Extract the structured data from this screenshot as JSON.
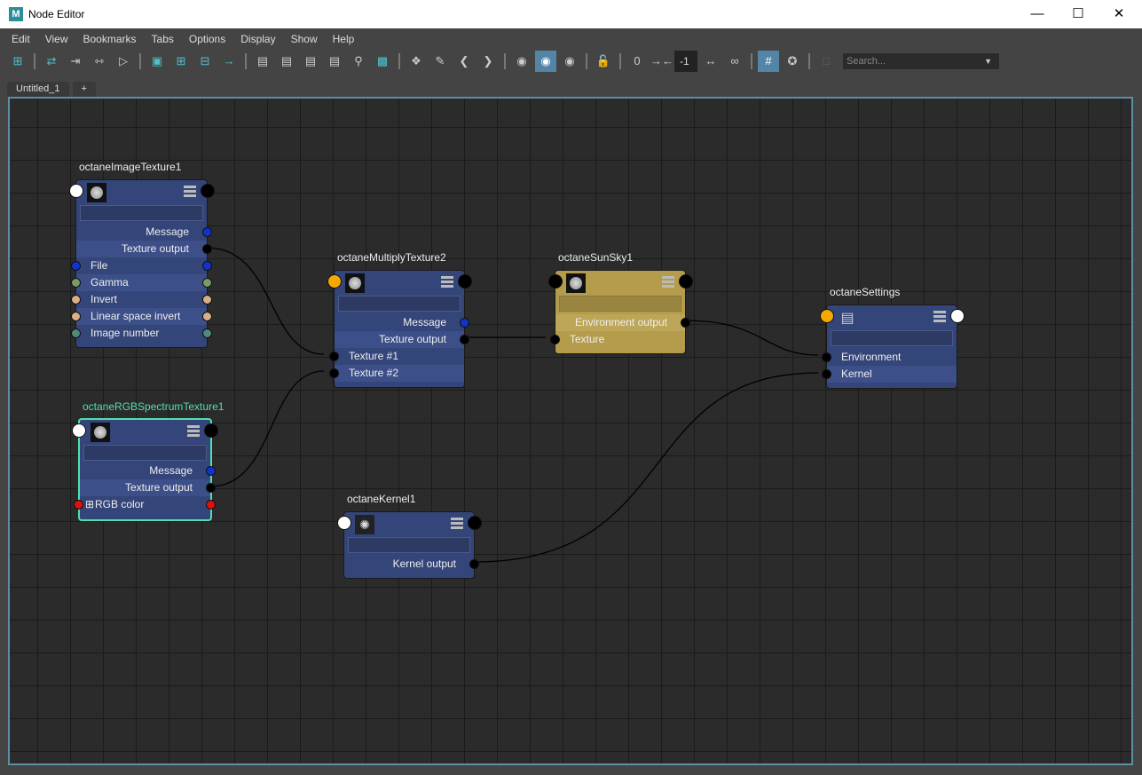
{
  "window": {
    "title": "Node Editor",
    "logo": "M"
  },
  "menu": [
    "Edit",
    "View",
    "Bookmarks",
    "Tabs",
    "Options",
    "Display",
    "Show",
    "Help"
  ],
  "toolbar": {
    "depth_value": "-1",
    "search_placeholder": "Search..."
  },
  "tabs": [
    {
      "label": "Untitled_1"
    },
    {
      "label": "+"
    }
  ],
  "colors": {
    "node": "#34457a",
    "gold": "#b59c4c",
    "selected": "#4fe0b0",
    "canvas_border": "#5c8ea6"
  },
  "nodes": {
    "imageTexture": {
      "title": "octaneImageTexture1",
      "rows": [
        "Message",
        "Texture output",
        "File",
        "Gamma",
        "Invert",
        "Linear space invert",
        "Image number"
      ]
    },
    "multiply": {
      "title": "octaneMultiplyTexture2",
      "rows": [
        "Message",
        "Texture output",
        "Texture #1",
        "Texture #2"
      ]
    },
    "sunsky": {
      "title": "octaneSunSky1",
      "rows": [
        "Environment output",
        "Texture"
      ]
    },
    "settings": {
      "title": "octaneSettings",
      "rows": [
        "Environment",
        "Kernel"
      ]
    },
    "rgb": {
      "title": "octaneRGBSpectrumTexture1",
      "rows": [
        "Message",
        "Texture output",
        "RGB color"
      ]
    },
    "kernel": {
      "title": "octaneKernel1",
      "rows": [
        "Kernel output"
      ]
    }
  }
}
